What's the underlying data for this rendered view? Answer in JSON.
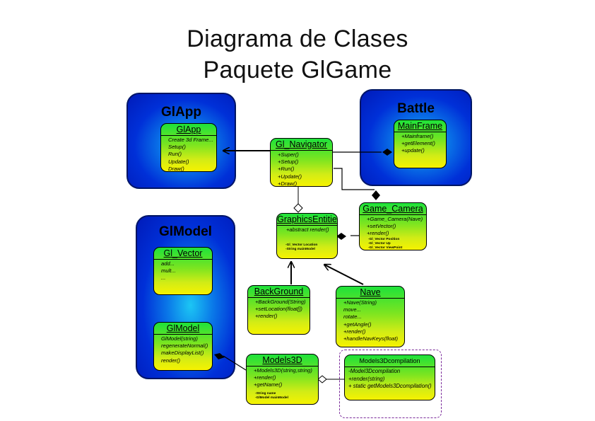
{
  "title": {
    "line1": "Diagrama de Clases",
    "line2": "Paquete GlGame"
  },
  "packages": {
    "glapp": {
      "label": "GlApp"
    },
    "battle": {
      "label": "Battle"
    },
    "glmodel": {
      "label": "GlModel"
    }
  },
  "classes": {
    "glapp": {
      "name": "GlApp",
      "ops": [
        "Create 3d Frame...",
        "Setup()",
        "Run()",
        "Update()",
        "Draw()"
      ]
    },
    "mainframe": {
      "name": "MainFrame",
      "ops": [
        "+Mainframe()",
        "+getElement()",
        "+update()"
      ]
    },
    "gl_navigator": {
      "name": "Gl_Navigator",
      "ops": [
        "+Super()",
        "+Setup()",
        "+Run()",
        "+Update()",
        "+Draw()"
      ]
    },
    "graphics_entitie": {
      "name": "GraphicsEntitie",
      "ops": [
        "+abstract render()"
      ],
      "attrs": [
        "-Gl_Vector Location",
        "-String mainModel"
      ]
    },
    "game_camera": {
      "name": "Game_Camera",
      "ops": [
        "+Game_Camera(Nave)",
        "+setVector()",
        "+render()"
      ],
      "attrs": [
        "-Gl_Vector Position",
        "-Gl_Vector Up",
        "-Gl_Vector ViewPoint"
      ]
    },
    "gl_vector": {
      "name": "Gl_Vector",
      "ops": [
        "add...",
        "mult...",
        "..."
      ]
    },
    "glmodel": {
      "name": "GlModel",
      "ops": [
        "GlModel(string)",
        "regenerateNormal()",
        "makeDisplayList()",
        "render()"
      ]
    },
    "background": {
      "name": "BackGround",
      "ops": [
        "+BackGround(String)",
        "+setLocation(float[])",
        "+render()"
      ]
    },
    "nave": {
      "name": "Nave",
      "ops": [
        "+Nave(String)",
        "move...",
        "rotate...",
        "+getAngle()",
        "+render()",
        "+handleNavKeys(float)"
      ]
    },
    "models3d": {
      "name": "Models3D",
      "ops": [
        "+Models3D(string,string)",
        "+render()",
        "+getName()"
      ],
      "attrs": [
        "-String name",
        "-GlModel mainModel"
      ]
    },
    "models3dcompilation": {
      "name": "Models3Dcompilation",
      "ops": [
        "-Model3Dcompilation",
        "+render(string)",
        "+ static getModels3Dcompilation()"
      ]
    }
  },
  "colors": {
    "package_blue": "#0030d8",
    "package_glow": "#1cc6f4",
    "class_green": "#1ee13a",
    "class_yellow": "#f6f200",
    "dotted_border": "#7a2a9a"
  }
}
